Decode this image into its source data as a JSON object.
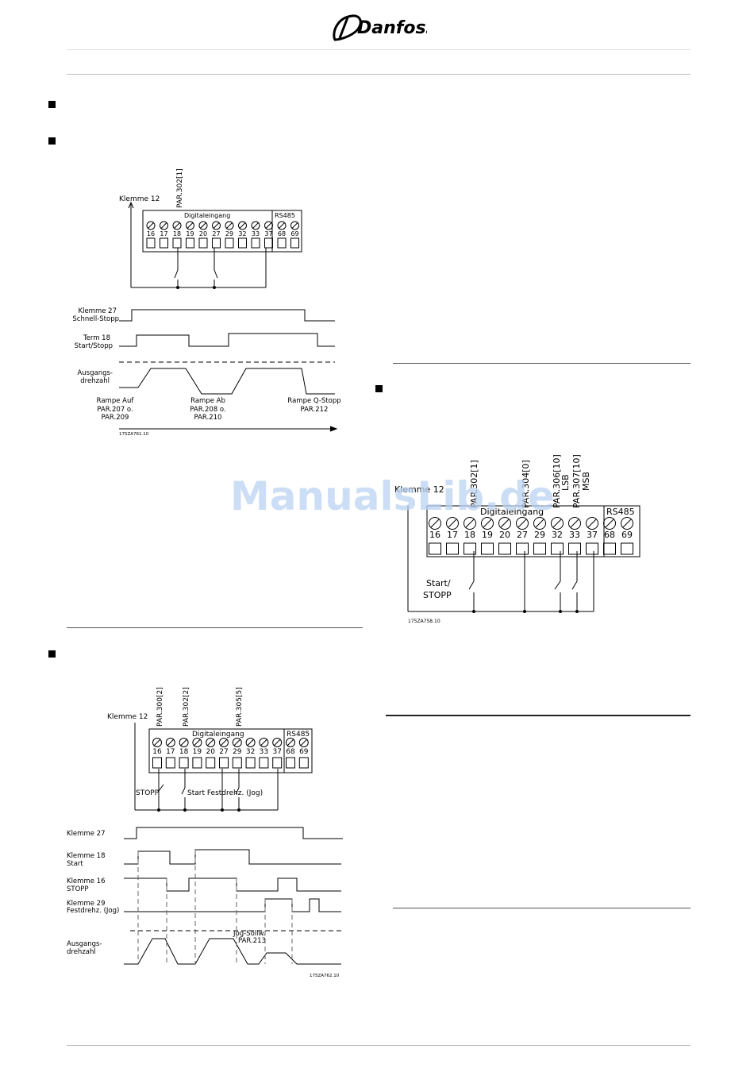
{
  "brand": {
    "logo_text": "Danfoss"
  },
  "diagram1": {
    "klemme12": "Klemme 12",
    "param": "PAR.302[1]",
    "header": "Digitaleingang",
    "rs485": "RS485",
    "terminals": [
      "16",
      "17",
      "18",
      "19",
      "20",
      "27",
      "29",
      "32",
      "33",
      "37",
      "68",
      "69"
    ],
    "klemme27_a": "Klemme 27",
    "klemme27_b": "Schnell-Stopp",
    "term18_a": "Term 18",
    "term18_b": "Start/Stopp",
    "ausgang_a": "Ausgangs-",
    "ausgang_b": "drehzahl",
    "rampe_auf": [
      "Rampe Auf",
      "PAR.207 o.",
      "PAR.209"
    ],
    "rampe_ab": [
      "Rampe Ab",
      "PAR.208 o.",
      "PAR.210"
    ],
    "rampe_q": [
      "Rampe Q-Stopp",
      "PAR.212"
    ],
    "code": "175ZA761.10"
  },
  "diagram2": {
    "klemme12": "Klemme 12",
    "params": [
      "PAR.302[1]",
      "PAR.304[0]",
      "PAR.306[10]",
      "LSB",
      "PAR.307[10]",
      "MSB"
    ],
    "header": "Digitaleingang",
    "rs485": "RS485",
    "terminals": [
      "16",
      "17",
      "18",
      "19",
      "20",
      "27",
      "29",
      "32",
      "33",
      "37",
      "68",
      "69"
    ],
    "start_a": "Start/",
    "start_b": "STOPP",
    "code": "175ZA758.10"
  },
  "diagram3": {
    "klemme12": "Klemme 12",
    "params": [
      "PAR.300[2]",
      "PAR.302[2]",
      "PAR.305[5]"
    ],
    "header": "Digitaleingang",
    "rs485": "RS485",
    "terminals": [
      "16",
      "17",
      "18",
      "19",
      "20",
      "27",
      "29",
      "32",
      "33",
      "37",
      "68",
      "69"
    ],
    "stopp": "STOPP",
    "start_jog": "Start Festdrehz. (Jog)",
    "klemme27": "Klemme 27",
    "klemme18_a": "Klemme 18",
    "klemme18_b": "Start",
    "klemme16_a": "Klemme 16",
    "klemme16_b": "STOPP",
    "klemme29_a": "Klemme 29",
    "klemme29_b": "Festdrehz. (Jog)",
    "jog_a": "Jog-Sollw.",
    "jog_b": "PAR.213",
    "ausgang_a": "Ausgangs-",
    "ausgang_b": "drehzahl",
    "code": "175ZA762.10"
  },
  "watermark": "ManualsLib.de"
}
